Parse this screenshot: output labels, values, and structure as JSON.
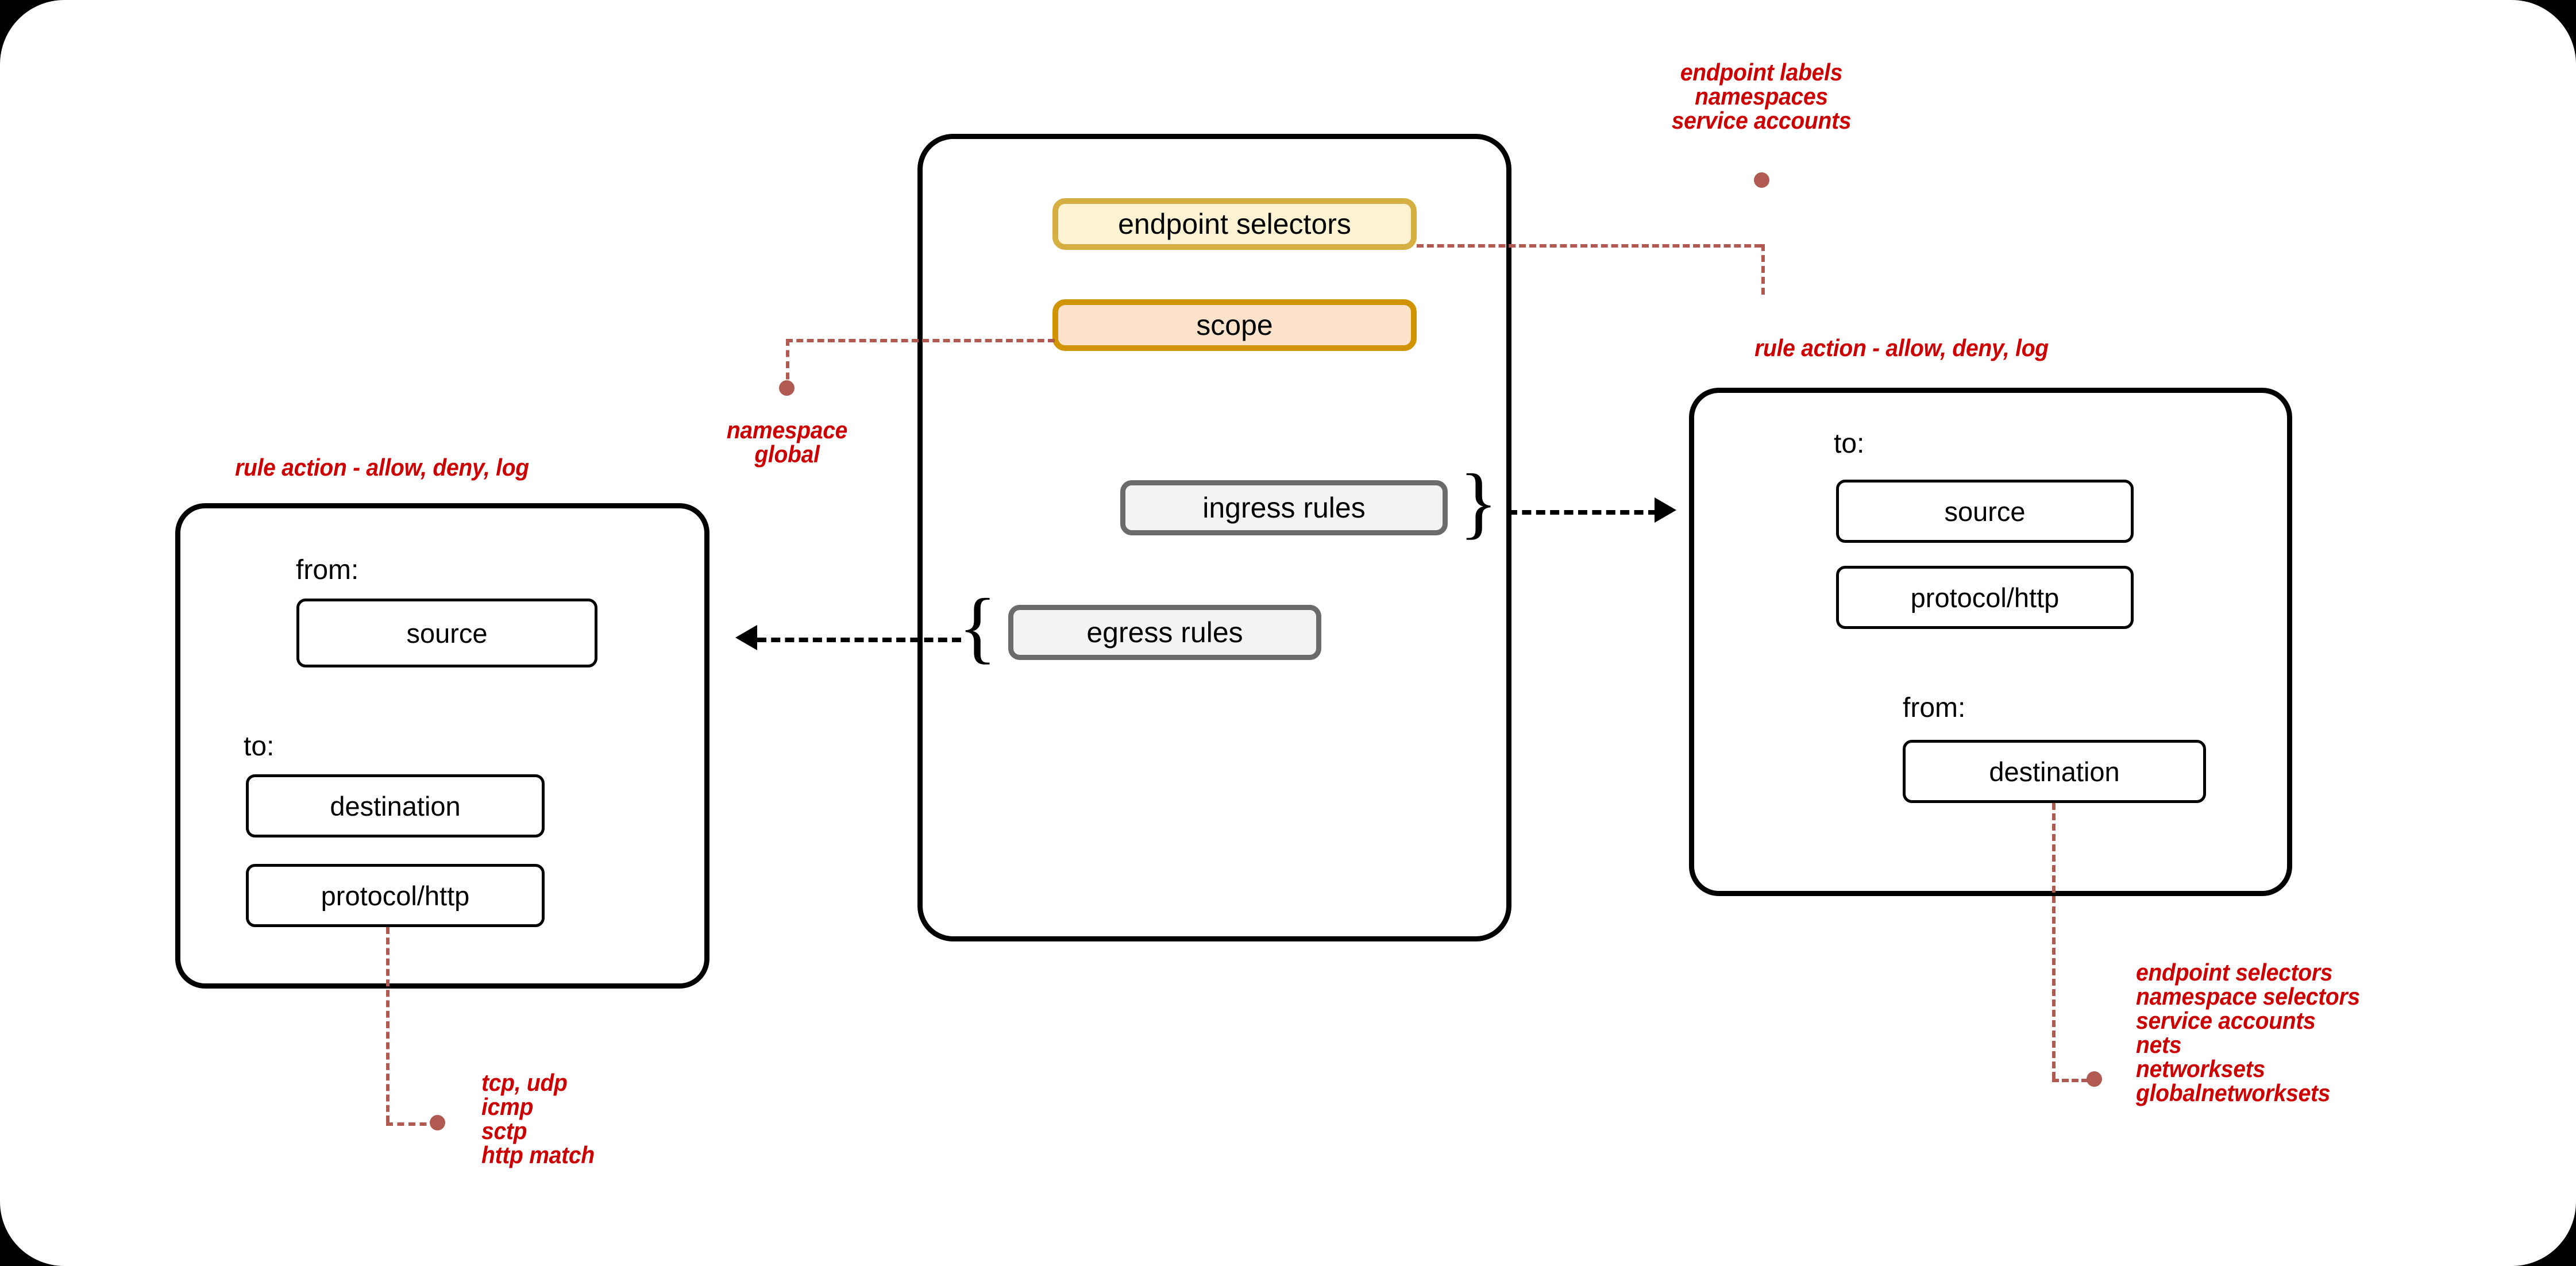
{
  "canvas": {
    "background": "#ffffff",
    "outside": "#000000"
  },
  "colors": {
    "note_red": "#cc0000",
    "leader_red": "#b05a52",
    "endpoint_fill": "#fdf3d3",
    "endpoint_border": "#d6af43",
    "scope_fill": "#fce2cb",
    "scope_border": "#cf9400",
    "rules_fill": "#f3f3f3",
    "rules_border": "#6b6b6b",
    "panel_border": "#000000"
  },
  "center_panel": {
    "endpoint_selectors": "endpoint selectors",
    "scope": "scope",
    "ingress_rules": "ingress rules",
    "egress_rules": "egress rules",
    "brace_right": "}",
    "brace_left": "{"
  },
  "left_panel": {
    "title_note": "rule action - allow, deny, log",
    "from_label": "from:",
    "source": "source",
    "to_label": "to:",
    "destination": "destination",
    "protocol": "protocol/http"
  },
  "right_panel": {
    "title_note": "rule action - allow, deny, log",
    "to_label": "to:",
    "source": "source",
    "protocol": "protocol/http",
    "from_label": "from:",
    "destination": "destination"
  },
  "notes": {
    "endpoint_selectors_note": "endpoint labels\nnamespaces\nservice accounts",
    "scope_note": "namespace\nglobal",
    "protocol_note": "tcp, udp\nicmp\nsctp\nhttp match",
    "destination_note": "endpoint selectors\nnamespace selectors\nservice accounts\nnets\nnetworksets\nglobalnetworksets"
  }
}
